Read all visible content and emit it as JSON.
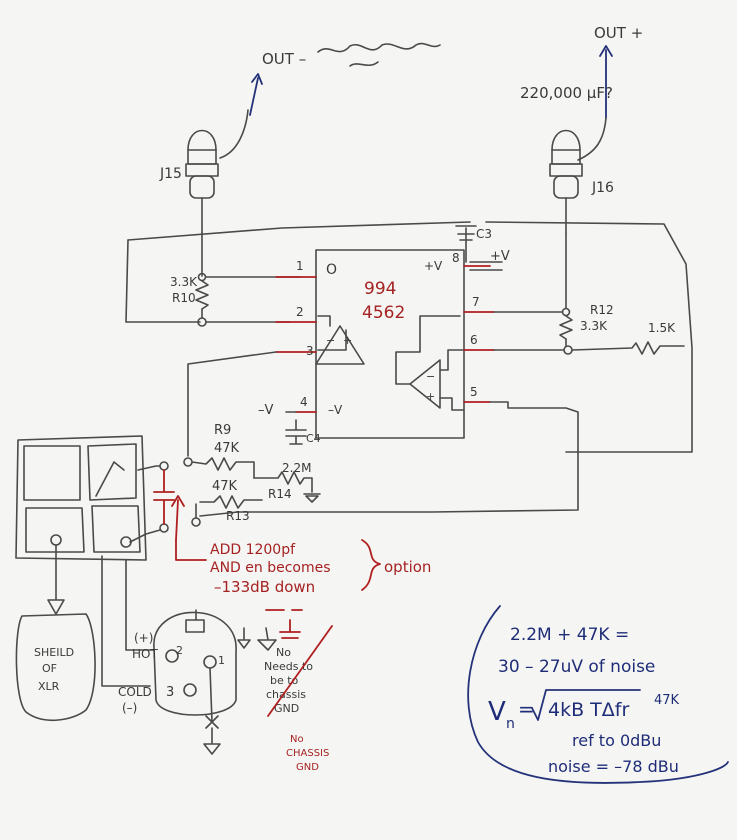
{
  "outputs": {
    "out_minus": "OUT –",
    "out_plus": "OUT +",
    "capacitance_note": "220,000 μF?"
  },
  "jacks": {
    "j15": "J15",
    "j16": "J16"
  },
  "opamp": {
    "part_top": "994",
    "part_bottom": "4562",
    "label_o": "O",
    "plus_v": "+V",
    "minus_v": "–V"
  },
  "pins": {
    "p1": "1",
    "p2": "2",
    "p3": "3",
    "p4": "4",
    "p5": "5",
    "p6": "6",
    "p7": "7",
    "p8": "8"
  },
  "components": {
    "r10_value": "3.3K",
    "r10_name": "R10",
    "r12_name": "R12",
    "r12_value": "3.3K",
    "r_extra": "1.5K",
    "r9_name": "R9",
    "r9_value": "47K",
    "r13_value": "47K",
    "r13_name": "R13",
    "r14_value": "2.2M",
    "r14_name": "R14",
    "c3": "C3",
    "c4": "C4",
    "supply_plus": "+V",
    "supply_minus": "–V"
  },
  "xlr": {
    "hot": "HOT",
    "plus_sign": "(+)",
    "cold": "COLD",
    "minus_sign": "(–)",
    "pin1": "1",
    "pin2": "2",
    "pin3": "3",
    "shield_line1": "SHEILD",
    "shield_line2": "OF",
    "shield_line3": "XLR"
  },
  "red_notes": {
    "add_line1": "ADD 1200pf",
    "add_line2": "AND en becomes",
    "add_line3": "–133dB down",
    "option": "option",
    "chassis_line1": "No",
    "chassis_line2": "Needs to",
    "chassis_line3": "be to",
    "chassis_line4": "chassis",
    "chassis_line5": "GND",
    "no_chassis_line1": "No",
    "no_chassis_line2": "CHASSIS",
    "no_chassis_line3": "GND"
  },
  "blue_notes": {
    "line1": "2.2M + 47K =",
    "line2": "30 – 27uV of noise",
    "formula_v": "V",
    "formula_sub": "n",
    "formula_eq": "=",
    "formula_body": "4kB TΔfr",
    "formula_47k": "47K",
    "line4": "ref to 0dBu",
    "line5": "noise = –78 dBu"
  }
}
